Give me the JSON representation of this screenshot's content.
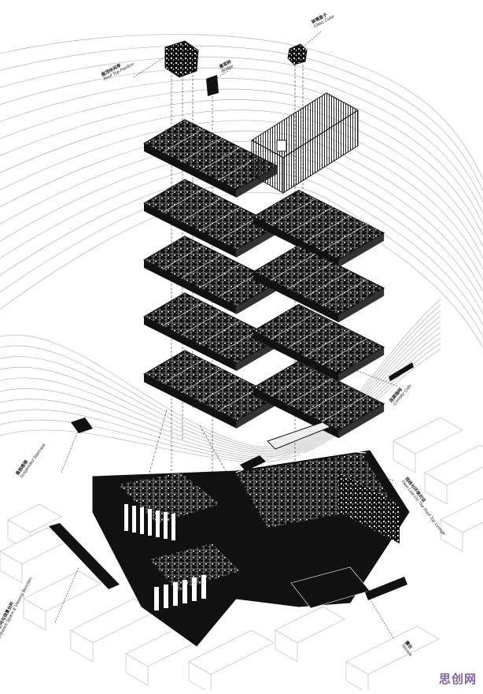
{
  "labels": {
    "roof_top_pavilion": {
      "cn": "屋顶休闲亭",
      "en": "Roof Top Pavilion"
    },
    "bridge": {
      "cn": "景观桥",
      "en": "Bridge"
    },
    "glass_cube": {
      "cn": "玻璃盒子",
      "en": "Glass Cube"
    },
    "corridor_cafe": {
      "cn": "连廊咖啡",
      "en": "Corridor Cafe"
    },
    "suspended_staircase": {
      "cn": "悬挑楼梯",
      "en": "Suspended Staircase"
    },
    "view_line": {
      "cn": "视线与环境对话",
      "en": "View Line On The Roof Top Lounge"
    },
    "entrance_benches": {
      "cn": "入口空间与观景台阶",
      "en": "Entrance Space & Viewing Benches"
    },
    "terrace": {
      "cn": "露台",
      "en": "Terrace"
    }
  },
  "watermark": "思创网",
  "colors": {
    "ink": "#111111",
    "line": "#9a9a9a",
    "paper": "#ffffff",
    "watermark": "#6a4a8a"
  }
}
